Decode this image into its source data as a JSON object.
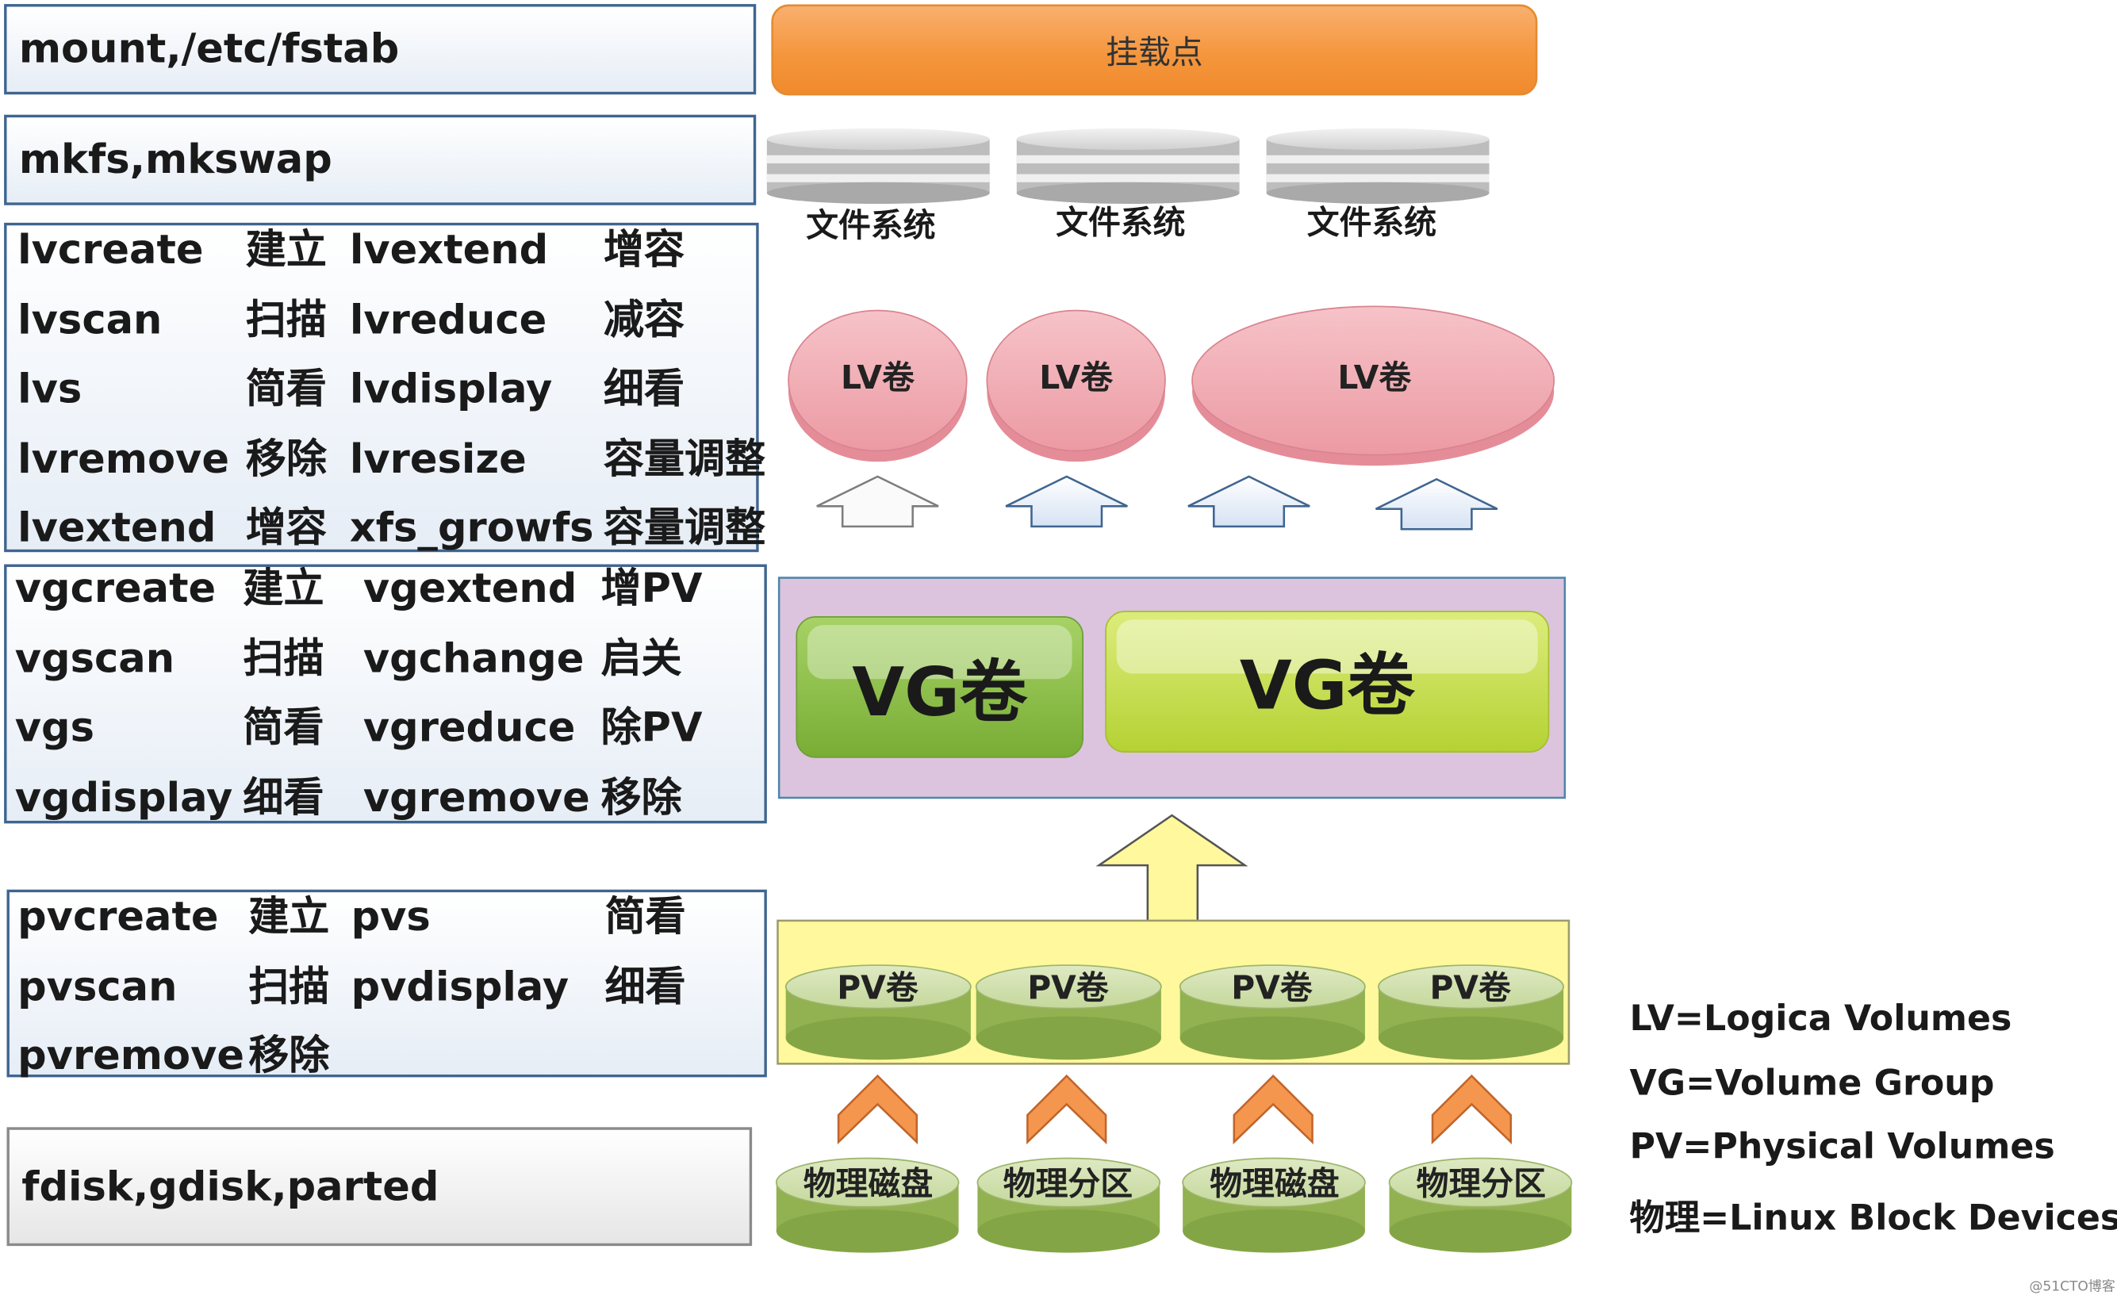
{
  "commands": {
    "mount": "mount,/etc/fstab",
    "mkfs": "mkfs,mkswap",
    "lv": [
      [
        "lvcreate",
        "建立",
        "lvextend",
        "增容"
      ],
      [
        "lvscan",
        "扫描",
        "lvreduce",
        "减容"
      ],
      [
        "lvs",
        "简看",
        "lvdisplay",
        "细看"
      ],
      [
        "lvremove",
        "移除",
        "lvresize",
        "容量调整"
      ],
      [
        "lvextend",
        "增容",
        "xfs_growfs",
        "容量调整"
      ]
    ],
    "vg": [
      [
        "vgcreate",
        "建立",
        "vgextend",
        "增PV"
      ],
      [
        "vgscan",
        "扫描",
        "vgchange",
        "启关"
      ],
      [
        "vgs",
        "简看",
        "vgreduce",
        "除PV"
      ],
      [
        "vgdisplay",
        "细看",
        "vgremove",
        "移除"
      ]
    ],
    "pv": [
      [
        "pvcreate",
        "建立",
        "pvs",
        "简看"
      ],
      [
        "pvscan",
        "扫描",
        "pvdisplay",
        "细看"
      ],
      [
        "pvremove",
        "移除",
        "",
        ""
      ]
    ],
    "disk": "fdisk,gdisk,parted"
  },
  "diagram": {
    "mountpoint": "挂载点",
    "filesystems": [
      "文件系统",
      "文件系统",
      "文件系统"
    ],
    "lvs": [
      "LV卷",
      "LV卷",
      "LV卷"
    ],
    "vgs": [
      "VG卷",
      "VG卷"
    ],
    "pvs": [
      "PV卷",
      "PV卷",
      "PV卷",
      "PV卷"
    ],
    "devices": [
      "物理磁盘",
      "物理分区",
      "物理磁盘",
      "物理分区"
    ]
  },
  "legend": [
    "LV=Logica Volumes",
    "VG=Volume Group",
    "PV=Physical Volumes",
    "物理=Linux Block Devices"
  ],
  "credit": "@51CTO博客",
  "colors": {
    "box_border": "#3f6590",
    "mount_orange": "#f5963d",
    "lv_pink": "#f0a8b0",
    "vg_panel": "#dcc3de",
    "vg_green": "#8dc14a",
    "vg_lime": "#c9e04c",
    "pv_panel": "#fff89c",
    "pv_green": "#9bbb59",
    "arrow_orange": "#f5964f",
    "arrow_blue": "#e8eef8"
  }
}
